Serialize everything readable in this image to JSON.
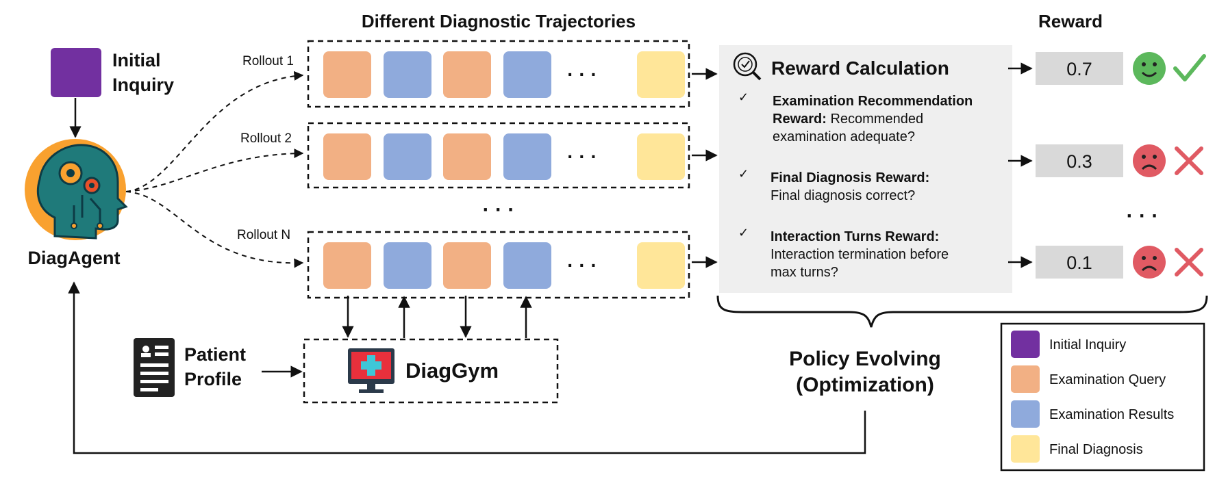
{
  "colors": {
    "initial_inquiry": "#7230a0",
    "examination_query": "#f2b084",
    "examination_results": "#8faadc",
    "final_diagnosis": "#ffe699",
    "reward_panel": "#efefef",
    "score_box": "#d9d9d9",
    "happy": "#5cb85c",
    "sad": "#e05a63",
    "check": "#5cb85c",
    "cross": "#e05a63",
    "agent_circle": "#f9a12f",
    "agent_head": "#1f7a7a",
    "monitor": "#e8303c"
  },
  "title": "Different Diagnostic Trajectories",
  "reward_header": "Reward",
  "initial_inquiry": {
    "line1": "Initial",
    "line2": "Inquiry",
    "icon": "square-icon"
  },
  "agent": {
    "label": "DiagAgent",
    "icon": "brain-gears-head-icon"
  },
  "rollouts": [
    {
      "label": "Rollout 1"
    },
    {
      "label": "Rollout 2"
    },
    {
      "label": "Rollout N"
    }
  ],
  "ellipsis": "· · ·",
  "reward_calc": {
    "title": "Reward Calculation",
    "icon": "magnifier-check-icon",
    "check_glyph": "✓",
    "items": [
      {
        "bold1": "Examination Recommendation",
        "bold2": "Reward:",
        "rest2": " Recommended",
        "line3": "examination adequate?"
      },
      {
        "bold1": "Final Diagnosis Reward:",
        "line2": "Final diagnosis correct?"
      },
      {
        "bold1": "Interaction Turns Reward:",
        "line2": "Interaction termination before",
        "line3": "max turns?"
      }
    ]
  },
  "rewards": [
    {
      "value": "0.7",
      "face": "happy-face-icon",
      "mark": "check-icon"
    },
    {
      "value": "0.3",
      "face": "sad-face-icon",
      "mark": "cross-icon"
    },
    {
      "value": "0.1",
      "face": "sad-face-icon",
      "mark": "cross-icon"
    }
  ],
  "patient": {
    "line1": "Patient",
    "line2": "Profile",
    "icon": "document-profile-icon"
  },
  "diaggym": {
    "label": "DiagGym",
    "icon": "medical-monitor-icon"
  },
  "policy": {
    "line1": "Policy Evolving",
    "line2": "(Optimization)"
  },
  "legend": [
    {
      "label": "Initial Inquiry",
      "key": "initial_inquiry"
    },
    {
      "label": "Examination Query",
      "key": "examination_query"
    },
    {
      "label": "Examination Results",
      "key": "examination_results"
    },
    {
      "label": "Final Diagnosis",
      "key": "final_diagnosis"
    }
  ]
}
